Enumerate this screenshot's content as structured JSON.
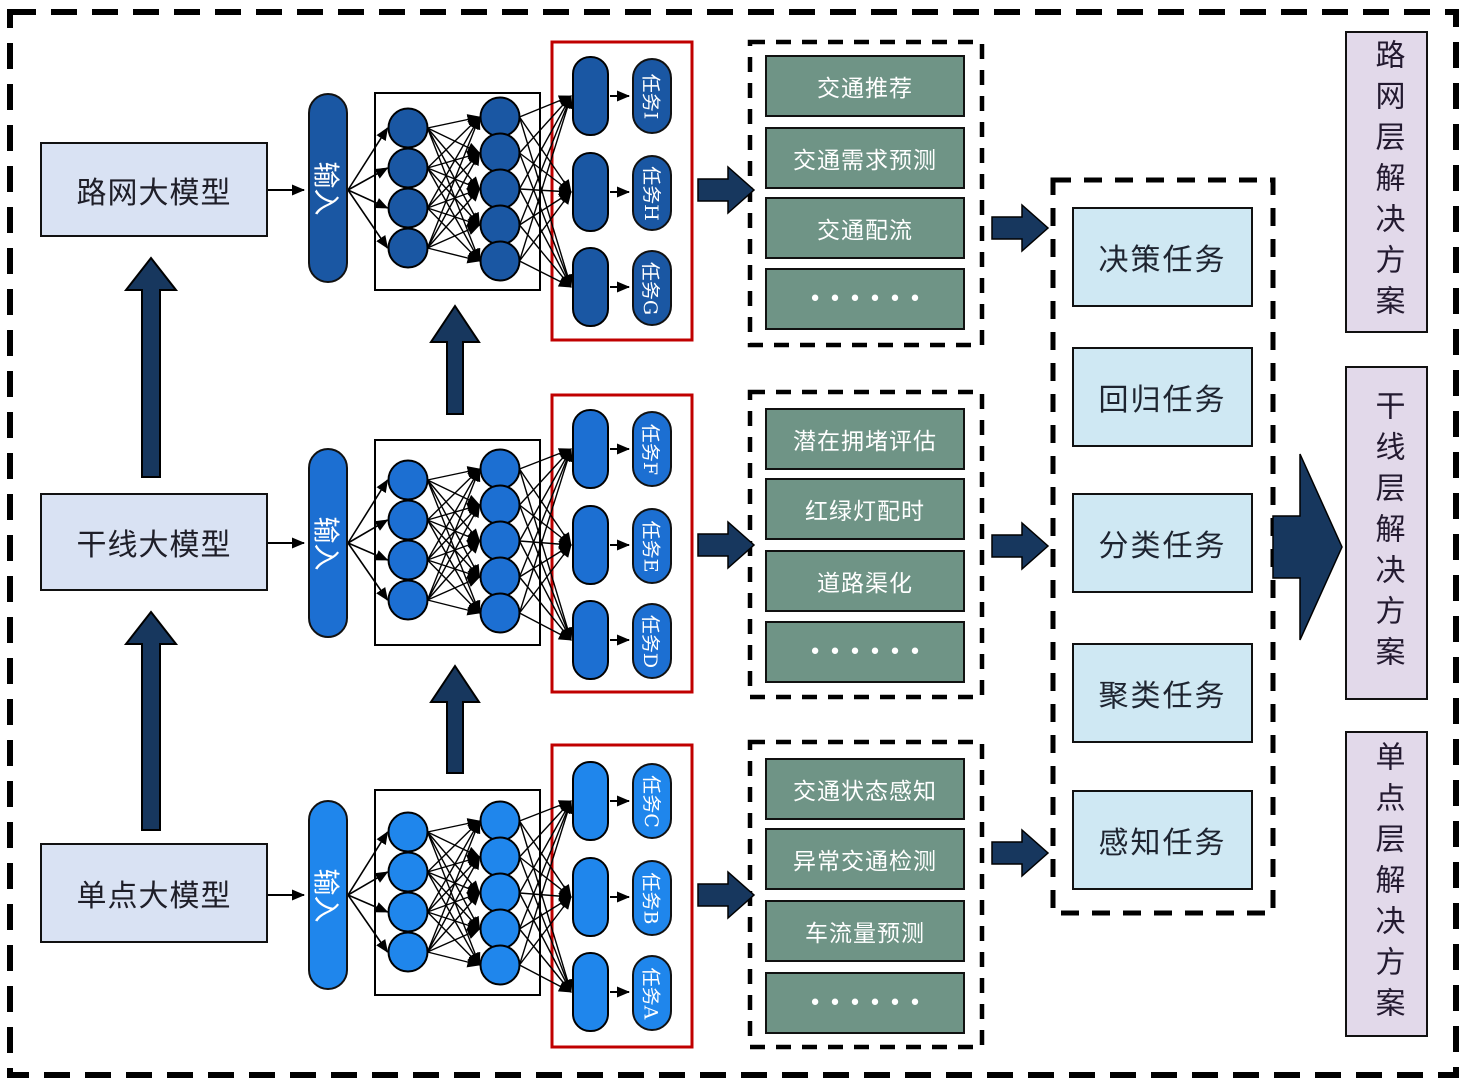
{
  "rows": [
    {
      "model_label": "路网大模型",
      "input_label": "输入",
      "accent_color": "#1A57A3",
      "output_tasks": [
        "任务I",
        "任务H",
        "任务G"
      ],
      "applications": [
        "交通推荐",
        "交通需求预测",
        "交通配流",
        "••••••"
      ],
      "network": {
        "input_nodes": 4,
        "hidden_nodes": 5,
        "output_nodes": 3
      }
    },
    {
      "model_label": "干线大模型",
      "input_label": "输入",
      "accent_color": "#1C6FD2",
      "output_tasks": [
        "任务F",
        "任务E",
        "任务D"
      ],
      "applications": [
        "潜在拥堵评估",
        "红绿灯配时",
        "道路渠化",
        "••••••"
      ],
      "network": {
        "input_nodes": 4,
        "hidden_nodes": 5,
        "output_nodes": 3
      }
    },
    {
      "model_label": "单点大模型",
      "input_label": "输入",
      "accent_color": "#1F86EC",
      "output_tasks": [
        "任务C",
        "任务B",
        "任务A"
      ],
      "applications": [
        "交通状态感知",
        "异常交通检测",
        "车流量预测",
        "••••••"
      ],
      "network": {
        "input_nodes": 4,
        "hidden_nodes": 5,
        "output_nodes": 3
      }
    }
  ],
  "central_tasks": [
    "决策任务",
    "回归任务",
    "分类任务",
    "聚类任务",
    "感知任务"
  ],
  "solutions": [
    "路网层解决方案",
    "干线层解决方案",
    "单点层解决方案"
  ],
  "colors": {
    "navy_arrow": "#17375E",
    "red_outline": "#C00000",
    "green_box": "#6F9486",
    "light_blue_box": "#CFE8F3",
    "purple_box": "#E2D9EA",
    "model_box": "#D9E2F3",
    "row_accents": [
      "#1A57A3",
      "#1C6FD2",
      "#1F86EC"
    ]
  }
}
